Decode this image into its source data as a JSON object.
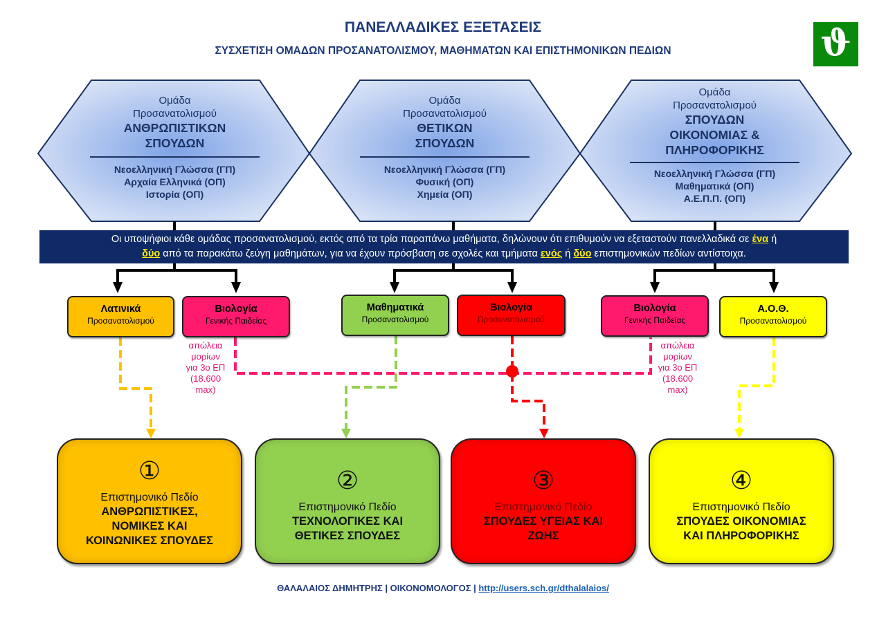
{
  "header": {
    "title": "ΠΑΝΕΛΛΑΔΙΚΕΣ ΕΞΕΤΑΣΕΙΣ",
    "subtitle": "ΣΥΣΧΕΤΙΣΗ ΟΜΑΔΩΝ ΠΡΟΣΑΝΑΤΟΛΙΣΜΟΥ, ΜΑΘΗΜΑΤΩΝ ΚΑΙ ΕΠΙΣΤΗΜΟΝΙΚΩΝ ΠΕΔΙΩΝ",
    "logo_glyph": "ϑ"
  },
  "groups": [
    {
      "line1": "Ομάδα",
      "line2": "Προσανατολισμού",
      "name_lines": [
        "ΑΝΘΡΩΠΙΣΤΙΚΩΝ",
        "ΣΠΟΥΔΩΝ"
      ],
      "courses": [
        "Νεοελληνική Γλώσσα (ΓΠ)",
        "Αρχαία Ελληνικά (ΟΠ)",
        "Ιστορία (ΟΠ)"
      ]
    },
    {
      "line1": "Ομάδα",
      "line2": "Προσανατολισμού",
      "name_lines": [
        "ΘΕΤΙΚΩΝ",
        "ΣΠΟΥΔΩΝ"
      ],
      "courses": [
        "Νεοελληνική Γλώσσα (ΓΠ)",
        "Φυσική (ΟΠ)",
        "Χημεία (ΟΠ)"
      ]
    },
    {
      "line1": "Ομάδα",
      "line2": "Προσανατολισμού",
      "name_lines": [
        "ΣΠΟΥΔΩΝ",
        "ΟΙΚΟΝΟΜΙΑΣ &",
        "ΠΛΗΡΟΦΟΡΙΚΗΣ"
      ],
      "courses": [
        "Νεοελληνική Γλώσσα (ΓΠ)",
        "Μαθηματικά (ΟΠ)",
        "Α.Ε.Π.Π. (ΟΠ)"
      ]
    }
  ],
  "banner": {
    "line1_a": "Οι υποψήφιοι κάθε ομάδας προσανατολισμού, εκτός από τα τρία παραπάνω μαθήματα, δηλώνουν ότι επιθυμούν να εξεταστούν πανελλαδικά σε ",
    "line1_hl": "ένα",
    "line1_b": " ή",
    "line2_hl1": "δύο",
    "line2_a": " από τα παρακάτω ζεύγη μαθημάτων, για να έχουν πρόσβαση σε σχολές και τμήματα ",
    "line2_hl2": "ενός",
    "line2_b": " ή ",
    "line2_hl3": "δύο",
    "line2_c": " επιστημονικών πεδίων αντίστοιχα."
  },
  "subjects": [
    {
      "name": "Λατινικά",
      "type": "Προσανατολισμού",
      "color": "#ffc000"
    },
    {
      "name": "Βιολογία",
      "type": "Γενικής Παιδείας",
      "color": "#ff1a6e"
    },
    {
      "name": "Μαθηματικά",
      "type": "Προσανατολισμού",
      "color": "#92d050"
    },
    {
      "name": "Βιολογία",
      "type": "Προσανατολισμού",
      "color": "#ff0000"
    },
    {
      "name": "Βιολογία",
      "type": "Γενικής Παιδείας",
      "color": "#ff1a6e"
    },
    {
      "name": "Α.Ο.Θ.",
      "type": "Προσανατολισμού",
      "color": "#ffff00"
    }
  ],
  "notes": [
    {
      "lines": [
        "απώλεια",
        "μορίων",
        "για 3ο ΕΠ",
        "(18.600",
        "max)"
      ]
    },
    {
      "lines": [
        "απώλεια",
        "μορίων",
        "για 3ο ΕΠ",
        "(18.600",
        "max)"
      ]
    }
  ],
  "fields": [
    {
      "number": "①",
      "label": "Επιστημονικό Πεδίο",
      "name_lines": [
        "ΑΝΘΡΩΠΙΣΤΙΚΕΣ,",
        "ΝΟΜΙΚΕΣ ΚΑΙ",
        "ΚΟΙΝΩΝΙΚΕΣ ΣΠΟΥΔΕΣ"
      ],
      "color": "#ffc000"
    },
    {
      "number": "②",
      "label": "Επιστημονικό Πεδίο",
      "name_lines": [
        "ΤΕΧΝΟΛΟΓΙΚΕΣ ΚΑΙ",
        "ΘΕΤΙΚΕΣ ΣΠΟΥΔΕΣ"
      ],
      "color": "#92d050"
    },
    {
      "number": "③",
      "label": "Επιστημονικό Πεδίο",
      "name_lines": [
        "ΣΠΟΥΔΕΣ ΥΓΕΙΑΣ ΚΑΙ",
        "ΖΩΗΣ"
      ],
      "color": "#ff0000"
    },
    {
      "number": "④",
      "label": "Επιστημονικό Πεδίο",
      "name_lines": [
        "ΣΠΟΥΔΕΣ ΟΙΚΟΝΟΜΙΑΣ",
        "ΚΑΙ ΠΛΗΡΟΦΟΡΙΚΗΣ"
      ],
      "color": "#ffff00"
    }
  ],
  "footer": {
    "author": "ΘΑΛΑΛΑΙΟΣ ΔΗΜΗΤΡΗΣ | ΟΙΚΟΝΟΜΟΛΟΓΟΣ | ",
    "link": "http://users.sch.gr/dthalalaios/"
  },
  "colors": {
    "title": "#1f3a7a",
    "banner_bg": "#0f2a66",
    "highlight": "#ffea00",
    "hex_border": "#1c3263",
    "note_text": "#e0146e"
  }
}
